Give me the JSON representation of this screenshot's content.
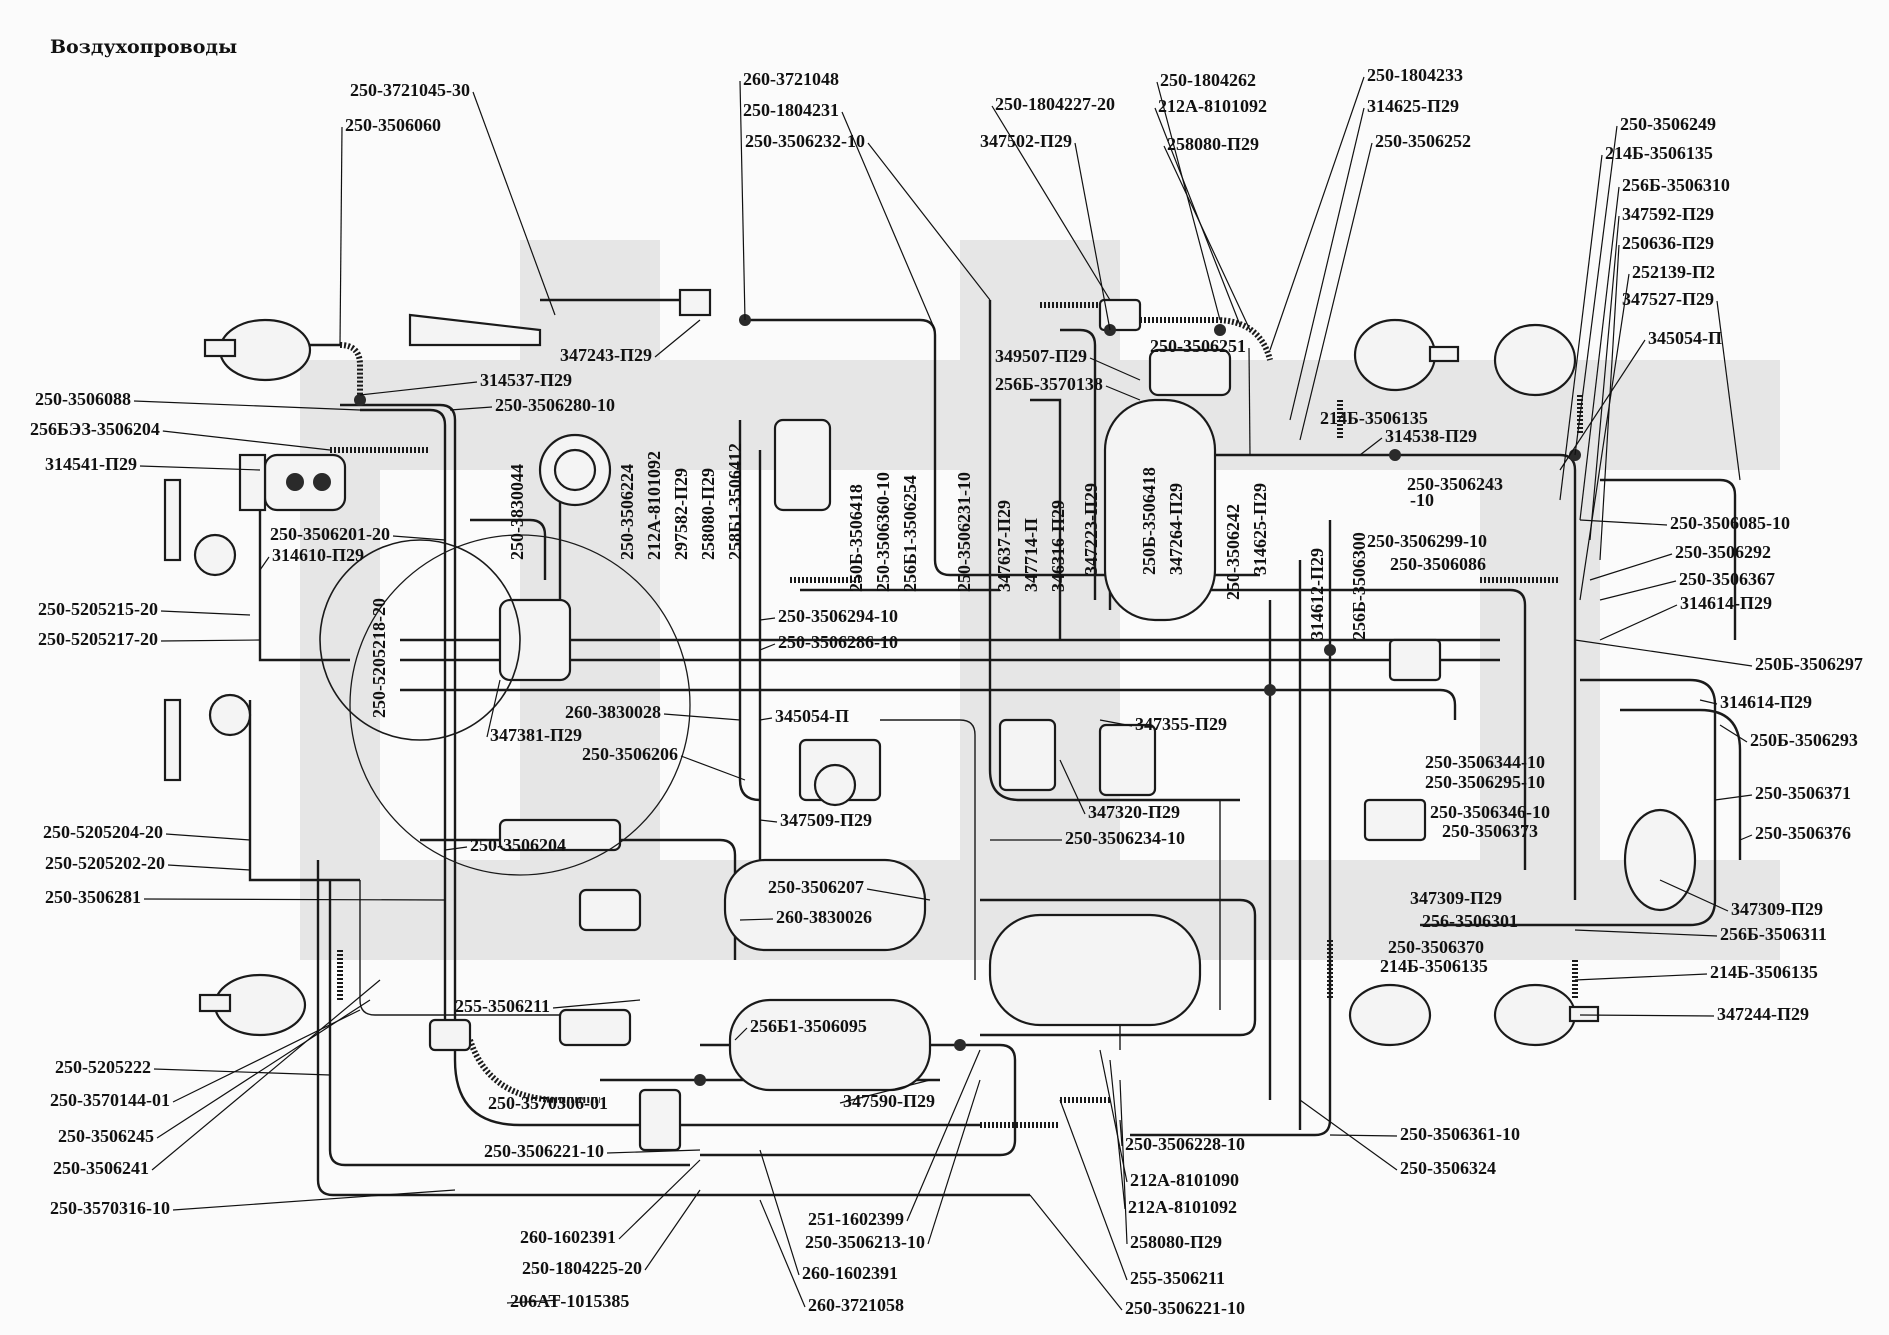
{
  "title": "Воздухопроводы",
  "labels": [
    {
      "id": "l1",
      "text": "250-3721045-30"
    },
    {
      "id": "l2",
      "text": "250-3506060"
    },
    {
      "id": "l3",
      "text": "260-3721048"
    },
    {
      "id": "l4",
      "text": "250-1804231"
    },
    {
      "id": "l5",
      "text": "250-3506232-10"
    },
    {
      "id": "l6",
      "text": "250-1804227-20"
    },
    {
      "id": "l7",
      "text": "347502-П29"
    },
    {
      "id": "l8",
      "text": "250-1804262"
    },
    {
      "id": "l9",
      "text": "212А-8101092"
    },
    {
      "id": "l10",
      "text": "258080-П29"
    },
    {
      "id": "l11",
      "text": "250-1804233"
    },
    {
      "id": "l12",
      "text": "314625-П29"
    },
    {
      "id": "l13",
      "text": "250-3506252"
    },
    {
      "id": "l14",
      "text": "250-3506249"
    },
    {
      "id": "l15",
      "text": "214Б-3506135"
    },
    {
      "id": "l16",
      "text": "256Б-3506310"
    },
    {
      "id": "l17",
      "text": "347592-П29"
    },
    {
      "id": "l18",
      "text": "250636-П29"
    },
    {
      "id": "l19",
      "text": "252139-П2"
    },
    {
      "id": "l20",
      "text": "347527-П29"
    },
    {
      "id": "l21",
      "text": "345054-П"
    },
    {
      "id": "l22",
      "text": "347243-П29"
    },
    {
      "id": "l23",
      "text": "349507-П29"
    },
    {
      "id": "l24",
      "text": "250-3506251"
    },
    {
      "id": "l25",
      "text": "256Б-3570138"
    },
    {
      "id": "l26",
      "text": "214Б-3506135"
    },
    {
      "id": "l27",
      "text": "314538-П29"
    },
    {
      "id": "l28",
      "text": "250-3506243"
    },
    {
      "id": "l29",
      "text": "-10"
    },
    {
      "id": "l30",
      "text": "250-3506088"
    },
    {
      "id": "l31",
      "text": "314537-П29"
    },
    {
      "id": "l32",
      "text": "256БЭЗ-3506204"
    },
    {
      "id": "l33",
      "text": "250-3506280-10"
    },
    {
      "id": "l34",
      "text": "314541-П29"
    },
    {
      "id": "l35",
      "text": "250-3506201-20"
    },
    {
      "id": "l36",
      "text": "314610-П29"
    },
    {
      "id": "l37",
      "text": "250-5205215-20"
    },
    {
      "id": "l38",
      "text": "250-5205217-20"
    },
    {
      "id": "l39",
      "text": "250-3506085-10"
    },
    {
      "id": "l40",
      "text": "250-3506292"
    },
    {
      "id": "l41",
      "text": "250-3506367"
    },
    {
      "id": "l42",
      "text": "314614-П29"
    },
    {
      "id": "l43",
      "text": "250Б-3506297"
    },
    {
      "id": "l44",
      "text": "314614-П29"
    },
    {
      "id": "l45",
      "text": "250Б-3506293"
    },
    {
      "id": "l46",
      "text": "250-3506371"
    },
    {
      "id": "l47",
      "text": "250-3506376"
    },
    {
      "id": "l48",
      "text": "347309-П29"
    },
    {
      "id": "l49",
      "text": "256Б-3506311"
    },
    {
      "id": "l50",
      "text": "214Б-3506135"
    },
    {
      "id": "l51",
      "text": "347244-П29"
    },
    {
      "id": "l52",
      "text": "250-3506299-10"
    },
    {
      "id": "l53",
      "text": "250-3506086"
    },
    {
      "id": "l54",
      "text": "250-3506294-10"
    },
    {
      "id": "l55",
      "text": "250-3506286-10"
    },
    {
      "id": "l56",
      "text": "260-3830028"
    },
    {
      "id": "l57",
      "text": "347381-П29"
    },
    {
      "id": "l58",
      "text": "345054-П"
    },
    {
      "id": "l59",
      "text": "347355-П29"
    },
    {
      "id": "l60",
      "text": "250-3506206"
    },
    {
      "id": "l61",
      "text": "347320-П29"
    },
    {
      "id": "l62",
      "text": "347509-П29"
    },
    {
      "id": "l63",
      "text": "250-3506234-10"
    },
    {
      "id": "l64",
      "text": "250-3506344-10"
    },
    {
      "id": "l65",
      "text": "250-3506295-10"
    },
    {
      "id": "l66",
      "text": "250-3506346-10"
    },
    {
      "id": "l67",
      "text": "250-3506373"
    },
    {
      "id": "l68",
      "text": "250-3506204"
    },
    {
      "id": "l69",
      "text": "250-5205204-20"
    },
    {
      "id": "l70",
      "text": "250-5205202-20"
    },
    {
      "id": "l71",
      "text": "250-3506281"
    },
    {
      "id": "l72",
      "text": "250-3506207"
    },
    {
      "id": "l73",
      "text": "260-3830026"
    },
    {
      "id": "l74",
      "text": "347309-П29"
    },
    {
      "id": "l75",
      "text": "256-3506301"
    },
    {
      "id": "l76",
      "text": "250-3506370"
    },
    {
      "id": "l77",
      "text": "214Б-3506135"
    },
    {
      "id": "l78",
      "text": "255-3506211"
    },
    {
      "id": "l79",
      "text": "256Б1-3506095"
    },
    {
      "id": "l80",
      "text": "250-5205222"
    },
    {
      "id": "l81",
      "text": "250-3570144-01"
    },
    {
      "id": "l82",
      "text": "250-3570306-01"
    },
    {
      "id": "l83",
      "text": "347590-П29"
    },
    {
      "id": "l84",
      "text": "250-3506245"
    },
    {
      "id": "l85",
      "text": "250-3506241"
    },
    {
      "id": "l86",
      "text": "250-3506221-10"
    },
    {
      "id": "l87",
      "text": "250-3570316-10"
    },
    {
      "id": "l88",
      "text": "250-3506228-10"
    },
    {
      "id": "l89",
      "text": "250-3506361-10"
    },
    {
      "id": "l90",
      "text": "250-3506324"
    },
    {
      "id": "l91",
      "text": "212А-8101090"
    },
    {
      "id": "l92",
      "text": "212А-8101092"
    },
    {
      "id": "l93",
      "text": "258080-П29"
    },
    {
      "id": "l94",
      "text": "251-1602399"
    },
    {
      "id": "l95",
      "text": "260-1602391"
    },
    {
      "id": "l96",
      "text": "250-3506213-10"
    },
    {
      "id": "l97",
      "text": "250-1804225-20"
    },
    {
      "id": "l98",
      "text": "260-1602391"
    },
    {
      "id": "l99",
      "text": "255-3506211"
    },
    {
      "id": "l100",
      "text": "206АТ-1015385"
    },
    {
      "id": "l101",
      "text": "260-3721058"
    },
    {
      "id": "l102",
      "text": "250-3506221-10"
    }
  ],
  "vlabels": [
    {
      "id": "v1",
      "text": "250-3830044"
    },
    {
      "id": "v2",
      "text": "250-3506224"
    },
    {
      "id": "v3",
      "text": "212А-8101092"
    },
    {
      "id": "v4",
      "text": "297582-П29"
    },
    {
      "id": "v5",
      "text": "258080-П29"
    },
    {
      "id": "v6",
      "text": "258Б1-3506412"
    },
    {
      "id": "v7",
      "text": "250Б-3506418"
    },
    {
      "id": "v8",
      "text": "250-3506360-10"
    },
    {
      "id": "v9",
      "text": "256Б1-3506254"
    },
    {
      "id": "v10",
      "text": "250-3506231-10"
    },
    {
      "id": "v11",
      "text": "347637-П29"
    },
    {
      "id": "v12",
      "text": "347714-П"
    },
    {
      "id": "v13",
      "text": "346316-П29"
    },
    {
      "id": "v14",
      "text": "347223-П29"
    },
    {
      "id": "v15",
      "text": "250Б-3506418"
    },
    {
      "id": "v16",
      "text": "347264-П29"
    },
    {
      "id": "v17",
      "text": "250-3506242"
    },
    {
      "id": "v18",
      "text": "314625-П29"
    },
    {
      "id": "v19",
      "text": "314612-П29"
    },
    {
      "id": "v20",
      "text": "256Б-3506300"
    },
    {
      "id": "v21",
      "text": "250-5205218-20"
    }
  ]
}
